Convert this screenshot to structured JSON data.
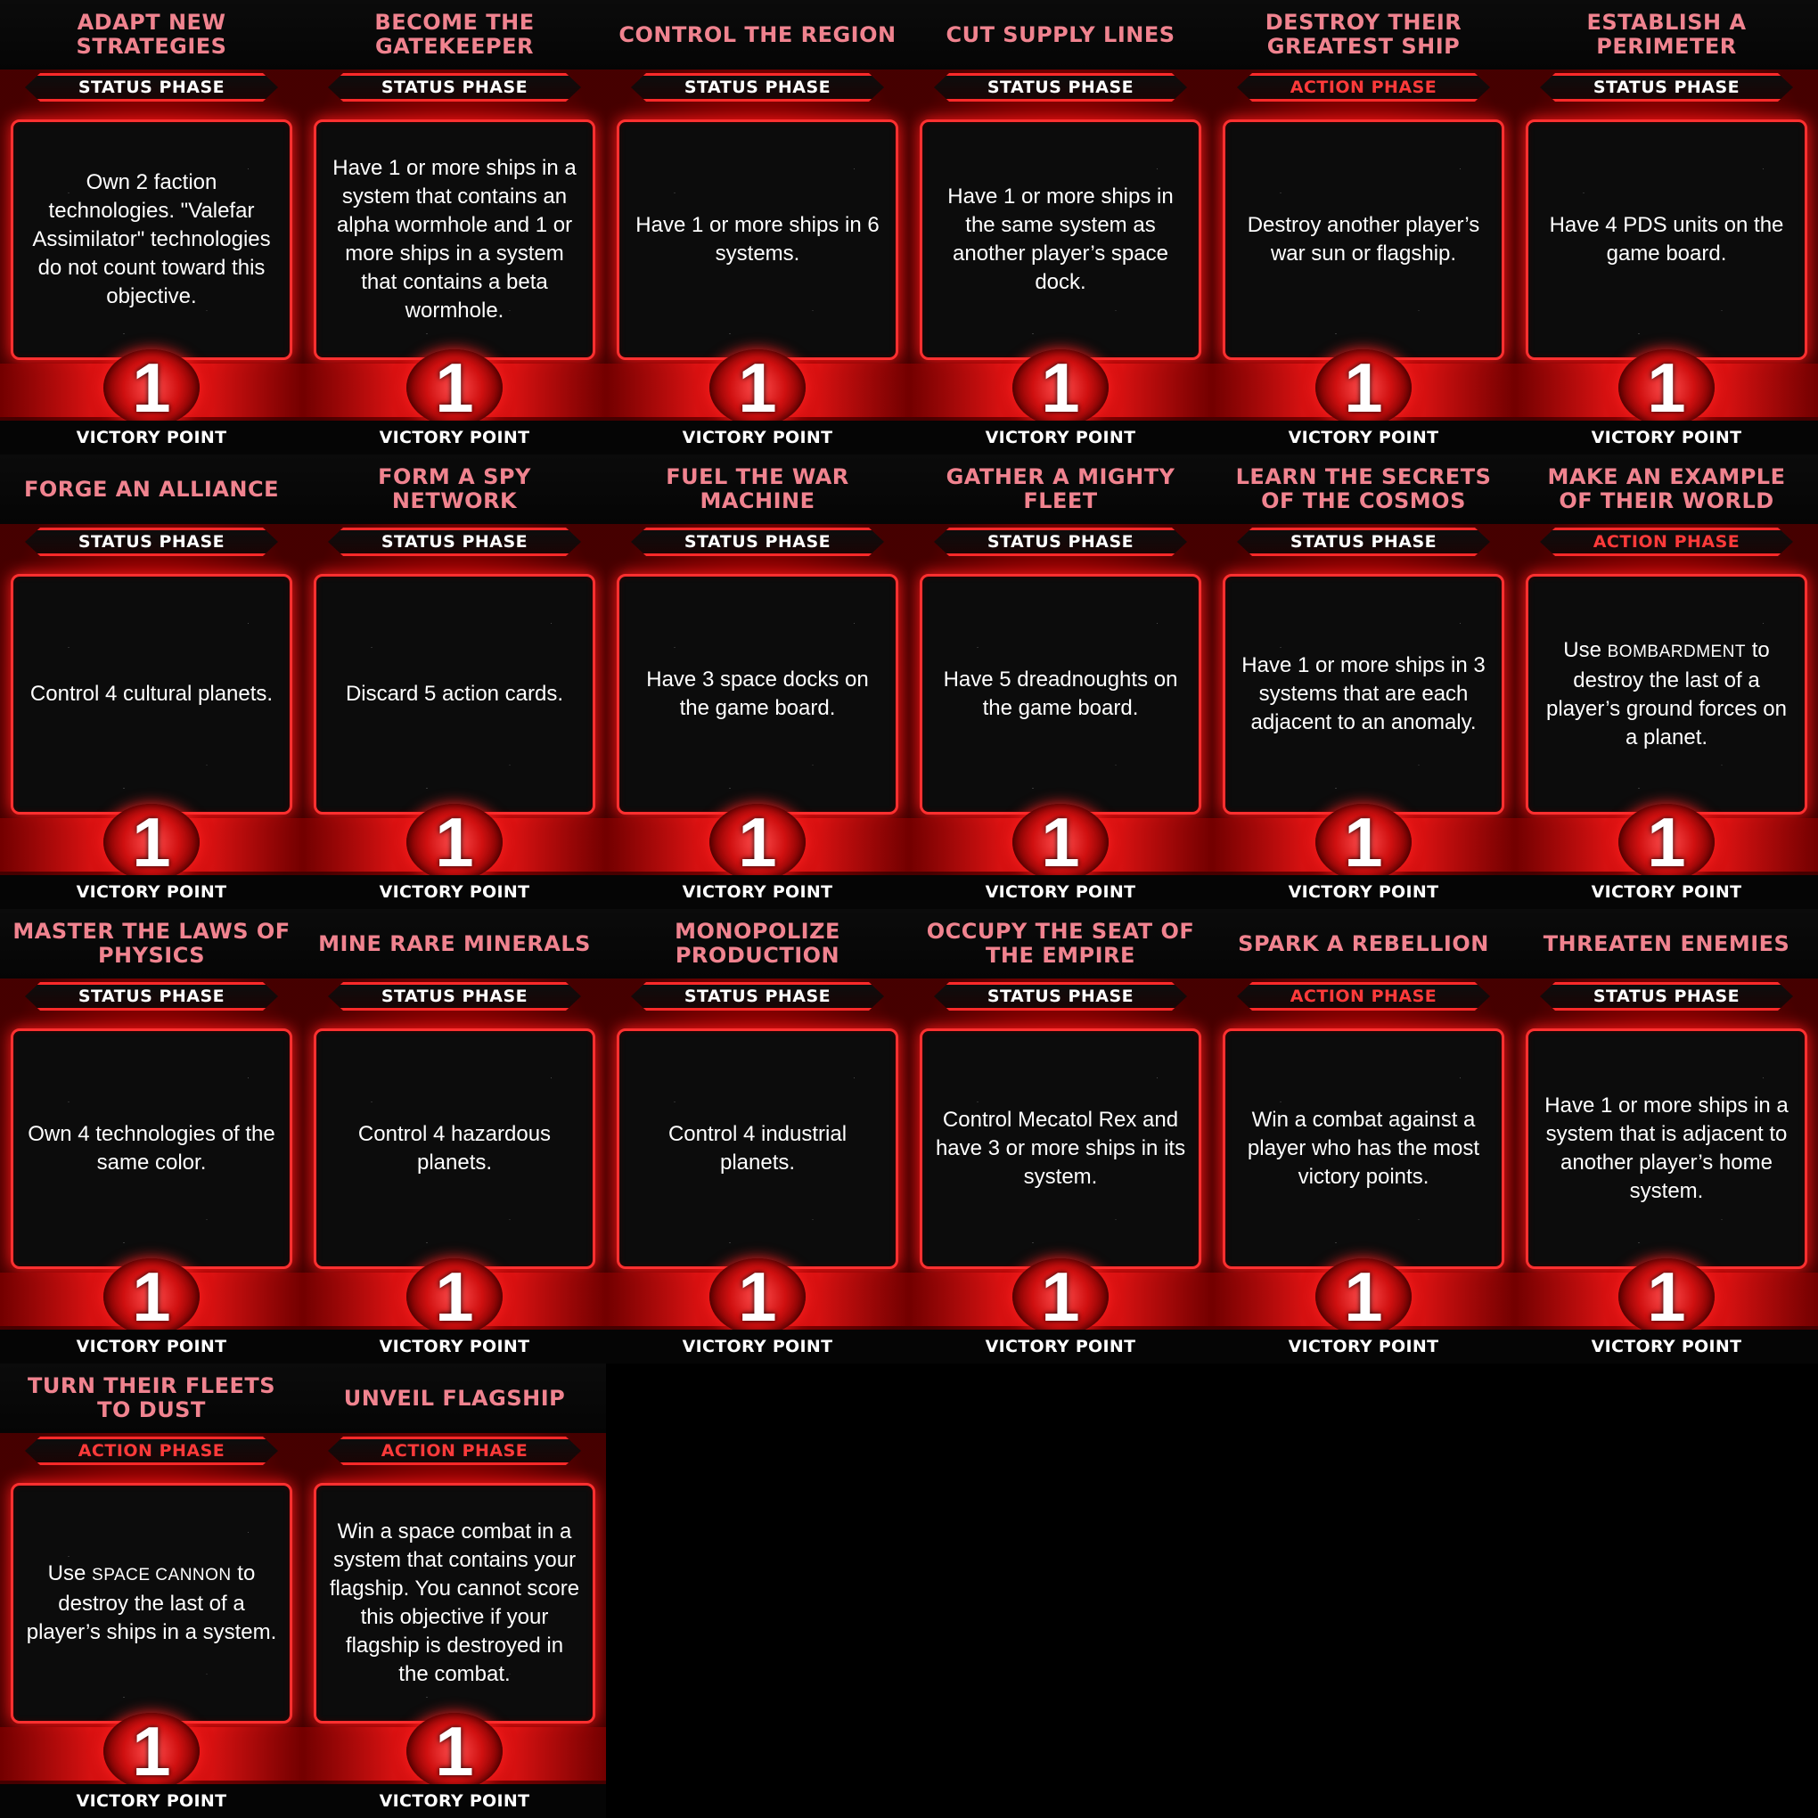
{
  "cards": [
    {
      "title": "ADAPT NEW STRATEGIES",
      "phase": "STATUS PHASE",
      "phase_type": "status",
      "text": "Own 2 faction technologies. \"Valefar Assimilator\" technologies do not count toward this objective.",
      "vp": "1",
      "vp_label": "VICTORY POINT"
    },
    {
      "title": "BECOME THE GATEKEEPER",
      "phase": "STATUS PHASE",
      "phase_type": "status",
      "text": "Have 1 or more ships in a system that contains an alpha wormhole and 1 or more ships in a system that contains a beta wormhole.",
      "vp": "1",
      "vp_label": "VICTORY POINT"
    },
    {
      "title": "CONTROL THE REGION",
      "phase": "STATUS PHASE",
      "phase_type": "status",
      "text": "Have 1 or more ships in 6 systems.",
      "vp": "1",
      "vp_label": "VICTORY POINT"
    },
    {
      "title": "CUT SUPPLY LINES",
      "phase": "STATUS PHASE",
      "phase_type": "status",
      "text": "Have 1 or more ships in the same system as another player’s space dock.",
      "vp": "1",
      "vp_label": "VICTORY POINT"
    },
    {
      "title": "DESTROY THEIR GREATEST SHIP",
      "phase": "ACTION PHASE",
      "phase_type": "action",
      "text": "Destroy another player’s war sun or flagship.",
      "vp": "1",
      "vp_label": "VICTORY POINT"
    },
    {
      "title": "ESTABLISH A PERIMETER",
      "phase": "STATUS PHASE",
      "phase_type": "status",
      "text": "Have 4 PDS units on the game board.",
      "vp": "1",
      "vp_label": "VICTORY POINT"
    },
    {
      "title": "FORGE AN ALLIANCE",
      "phase": "STATUS PHASE",
      "phase_type": "status",
      "text": "Control 4 cultural planets.",
      "vp": "1",
      "vp_label": "VICTORY POINT"
    },
    {
      "title": "FORM A SPY NETWORK",
      "phase": "STATUS PHASE",
      "phase_type": "status",
      "text": "Discard 5 action cards.",
      "vp": "1",
      "vp_label": "VICTORY POINT"
    },
    {
      "title": "FUEL THE WAR MACHINE",
      "phase": "STATUS PHASE",
      "phase_type": "status",
      "text": "Have 3 space docks on the game board.",
      "vp": "1",
      "vp_label": "VICTORY POINT"
    },
    {
      "title": "GATHER A MIGHTY FLEET",
      "phase": "STATUS PHASE",
      "phase_type": "status",
      "text": "Have 5 dreadnoughts on the game board.",
      "vp": "1",
      "vp_label": "VICTORY POINT"
    },
    {
      "title": "LEARN THE SECRETS OF THE COSMOS",
      "phase": "STATUS PHASE",
      "phase_type": "status",
      "text": "Have 1 or more ships in 3 systems that are each adjacent to an anomaly.",
      "vp": "1",
      "vp_label": "VICTORY POINT"
    },
    {
      "title": "MAKE AN EXAMPLE OF THEIR WORLD",
      "phase": "ACTION PHASE",
      "phase_type": "action",
      "text_pre": "Use ",
      "text_keyword": "BOMBARDMENT",
      "text_post": " to destroy the last of a player’s ground forces on a planet.",
      "vp": "1",
      "vp_label": "VICTORY POINT"
    },
    {
      "title": "MASTER THE LAWS OF PHYSICS",
      "phase": "STATUS PHASE",
      "phase_type": "status",
      "text": "Own 4 technologies of the same color.",
      "vp": "1",
      "vp_label": "VICTORY POINT"
    },
    {
      "title": "MINE RARE MINERALS",
      "phase": "STATUS PHASE",
      "phase_type": "status",
      "text": "Control 4 hazardous planets.",
      "vp": "1",
      "vp_label": "VICTORY POINT"
    },
    {
      "title": "MONOPOLIZE PRODUCTION",
      "phase": "STATUS PHASE",
      "phase_type": "status",
      "text": "Control 4 industrial planets.",
      "vp": "1",
      "vp_label": "VICTORY POINT"
    },
    {
      "title": "OCCUPY THE SEAT OF THE EMPIRE",
      "phase": "STATUS PHASE",
      "phase_type": "status",
      "text": "Control Mecatol Rex and have 3 or more ships in its system.",
      "vp": "1",
      "vp_label": "VICTORY POINT"
    },
    {
      "title": "SPARK A REBELLION",
      "phase": "ACTION PHASE",
      "phase_type": "action",
      "text": "Win a combat against a player who has the most victory points.",
      "vp": "1",
      "vp_label": "VICTORY POINT"
    },
    {
      "title": "THREATEN ENEMIES",
      "phase": "STATUS PHASE",
      "phase_type": "status",
      "text": "Have 1 or more ships in a system that is adjacent to another player’s home system.",
      "vp": "1",
      "vp_label": "VICTORY POINT"
    },
    {
      "title": "TURN THEIR FLEETS TO DUST",
      "phase": "ACTION PHASE",
      "phase_type": "action",
      "text_pre": "Use ",
      "text_keyword": "SPACE CANNON",
      "text_post": " to destroy the last of a player’s ships in a system.",
      "vp": "1",
      "vp_label": "VICTORY POINT"
    },
    {
      "title": "UNVEIL FLAGSHIP",
      "phase": "ACTION PHASE",
      "phase_type": "action",
      "text": "Win a space combat in a system that contains your flagship. You cannot score this objective if your flagship is destroyed in the combat.",
      "vp": "1",
      "vp_label": "VICTORY POINT"
    }
  ]
}
